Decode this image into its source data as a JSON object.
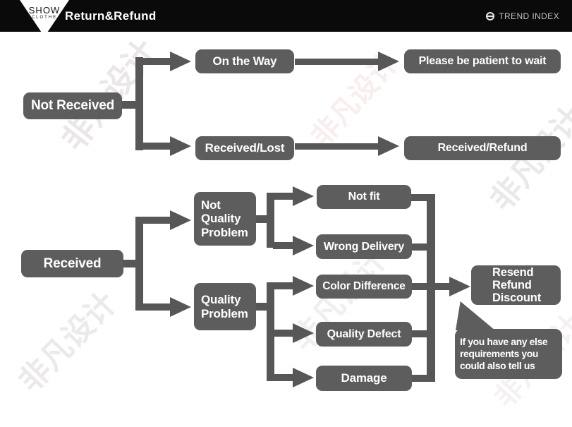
{
  "header": {
    "logo_top": "SHOW",
    "logo_bottom": "CLOTHE",
    "title": "Return&Refund",
    "brand": "TREND INDEX"
  },
  "flow_not_received": {
    "root": "Not Received",
    "on_the_way": "On the Way",
    "on_the_way_result": "Please be patient to wait",
    "received_lost": "Received/Lost",
    "received_lost_result": "Received/Refund"
  },
  "flow_received": {
    "root": "Received",
    "not_quality_problem": {
      "line1": "Not",
      "line2": "Quality",
      "line3": "Problem"
    },
    "quality_problem": {
      "line1": "Quality",
      "line2": "Problem"
    },
    "not_fit": "Not fit",
    "wrong_delivery": "Wrong Delivery",
    "color_difference": "Color Difference",
    "quality_defect": "Quality Defect",
    "damage": "Damage",
    "result": {
      "line1": "Resend",
      "line2": "Refund",
      "line3": "Discount"
    },
    "note": {
      "line1": "If you have any else",
      "line2": "requirements you",
      "line3": "could also tell us"
    }
  },
  "watermark": {
    "text": "非凡设计"
  },
  "colors": {
    "node_bg": "#5d5d5d",
    "connector": "#575757",
    "header_bg": "#0a0a0a",
    "node_text": "#ffffff"
  }
}
